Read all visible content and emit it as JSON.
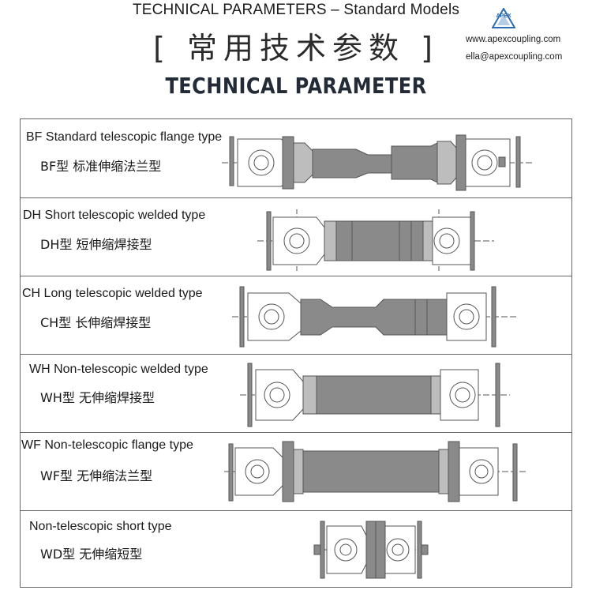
{
  "header": {
    "title": "TECHNICAL PARAMETERS – Standard Models",
    "title_cn": "[ 常用技术参数 ]",
    "subtitle": "TECHNICAL PARAMETER",
    "logo_text": "APEX",
    "website": "www.apexcoupling.com",
    "email": "ella@apexcoupling.com"
  },
  "rows": [
    {
      "en": "BF Standard telescopic flange type",
      "cn": "BF型 标准伸缩法兰型"
    },
    {
      "en": "DH Short telescopic welded type",
      "cn": "DH型 短伸缩焊接型"
    },
    {
      "en": "CH Long telescopic welded type",
      "cn": "CH型 长伸缩焊接型"
    },
    {
      "en": "WH Non-telescopic welded type",
      "cn": "WH型 无伸缩焊接型"
    },
    {
      "en": "WF Non-telescopic flange type",
      "cn": "WF型 无伸缩法兰型"
    },
    {
      "en": "Non-telescopic short type",
      "cn": "WD型 无伸缩短型"
    }
  ],
  "colors": {
    "shaft": "#7d7d7d",
    "outline": "#555555",
    "logo": "#2a6db5"
  }
}
